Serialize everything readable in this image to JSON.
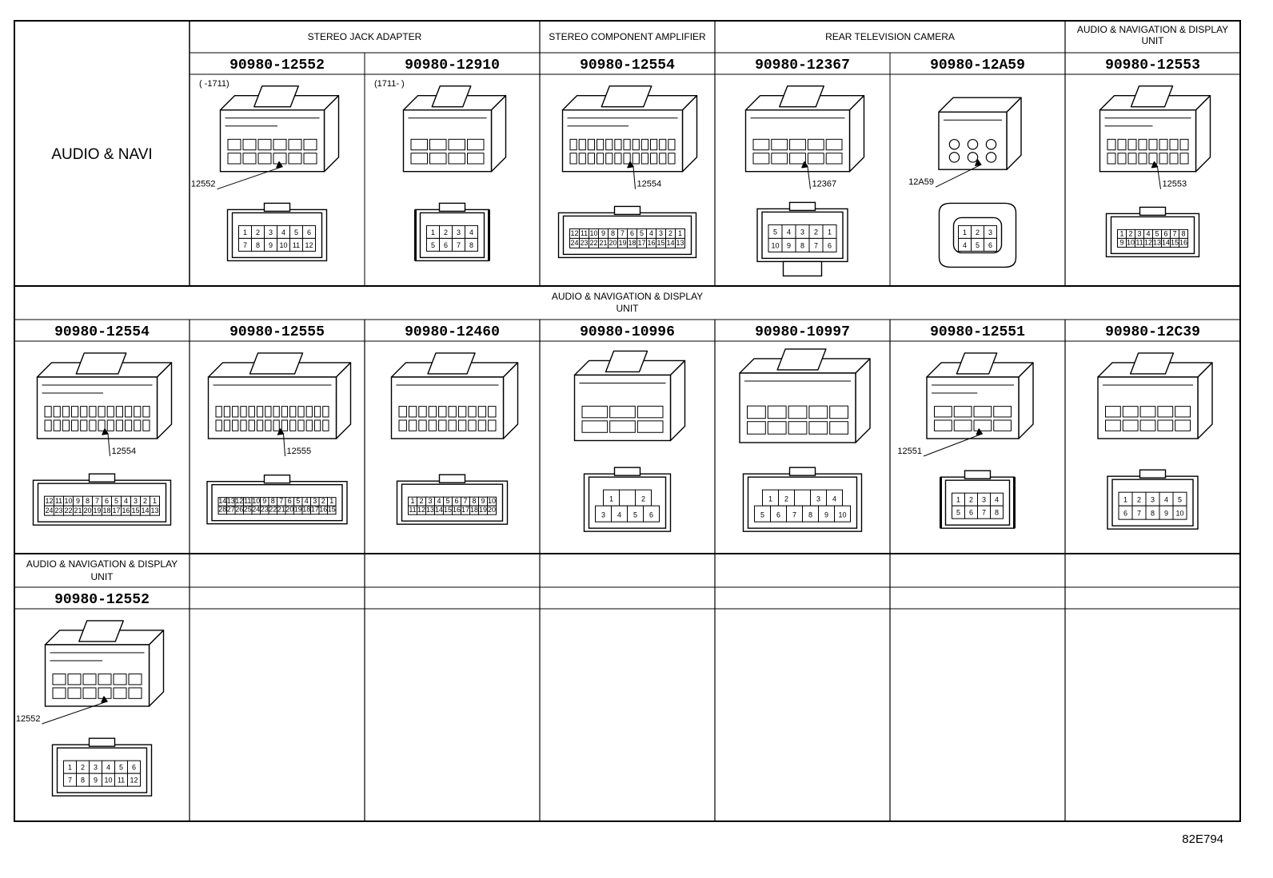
{
  "page": {
    "section_title": "AUDIO & NAVI",
    "drawing_ref": "82E794"
  },
  "row1": {
    "groups": [
      {
        "label": "STEREO JACK ADAPTER",
        "span": 2
      },
      {
        "label": "STEREO COMPONENT AMPLIFIER",
        "span": 1
      },
      {
        "label": "REAR TELEVISION CAMERA",
        "span": 2
      },
      {
        "label": "AUDIO & NAVIGATION & DISPLAY UNIT",
        "span": 1
      }
    ],
    "connectors": [
      {
        "part": "90980-12552",
        "note": "(  -1711)",
        "callout": "12552",
        "body": "A",
        "face": "std12",
        "pins": [
          [
            "1",
            "2",
            "3",
            "4",
            "5",
            "6"
          ],
          [
            "7",
            "8",
            "9",
            "10",
            "11",
            "12"
          ]
        ]
      },
      {
        "part": "90980-12910",
        "note": "(1711-   )",
        "callout": "",
        "body": "B",
        "face": "std8",
        "pins": [
          [
            "1",
            "2",
            "3",
            "4"
          ],
          [
            "5",
            "6",
            "7",
            "8"
          ]
        ]
      },
      {
        "part": "90980-12554",
        "note": "",
        "callout": "12554",
        "body": "C",
        "face": "wide",
        "pins": [
          [
            "12",
            "11",
            "10",
            "9",
            "8",
            "7",
            "6",
            "5",
            "4",
            "3",
            "2",
            "1"
          ],
          [
            "24",
            "23",
            "22",
            "21",
            "20",
            "19",
            "18",
            "17",
            "16",
            "15",
            "14",
            "13"
          ]
        ]
      },
      {
        "part": "90980-12367",
        "note": "",
        "callout": "12367",
        "body": "D",
        "face": "box10",
        "pins": [
          [
            "5",
            "4",
            "3",
            "2",
            "1"
          ],
          [
            "10",
            "9",
            "8",
            "7",
            "6"
          ]
        ]
      },
      {
        "part": "90980-12A59",
        "note": "",
        "callout": "12A59",
        "body": "E",
        "face": "round6",
        "pins": [
          [
            "1",
            "2",
            "3"
          ],
          [
            "4",
            "5",
            "6"
          ]
        ]
      },
      {
        "part": "90980-12553",
        "note": "",
        "callout": "12553",
        "body": "F",
        "face": "narrow20",
        "pins": [
          [
            "1",
            "2",
            "3",
            "4",
            "5",
            "6",
            "7",
            "8"
          ],
          [
            "9",
            "10",
            "11",
            "12",
            "13",
            "14",
            "15",
            "16"
          ]
        ]
      }
    ]
  },
  "row2": {
    "group": {
      "label": "AUDIO & NAVIGATION & DISPLAY UNIT"
    },
    "connectors": [
      {
        "part": "90980-12554",
        "callout": "12554",
        "body": "C",
        "face": "wide",
        "pins": [
          [
            "12",
            "11",
            "10",
            "9",
            "8",
            "7",
            "6",
            "5",
            "4",
            "3",
            "2",
            "1"
          ],
          [
            "24",
            "23",
            "22",
            "21",
            "20",
            "19",
            "18",
            "17",
            "16",
            "15",
            "14",
            "13"
          ]
        ]
      },
      {
        "part": "90980-12555",
        "callout": "12555",
        "body": "G",
        "face": "wide28",
        "pins": [
          [
            "14",
            "13",
            "12",
            "11",
            "10",
            "9",
            "8",
            "7",
            "6",
            "5",
            "4",
            "3",
            "2",
            "1"
          ],
          [
            "28",
            "27",
            "26",
            "25",
            "24",
            "23",
            "22",
            "21",
            "20",
            "19",
            "18",
            "17",
            "16",
            "15"
          ]
        ]
      },
      {
        "part": "90980-12460",
        "callout": "",
        "body": "H",
        "face": "flat20",
        "pins": [
          [
            "1",
            "2",
            "3",
            "4",
            "5",
            "6",
            "7",
            "8",
            "9",
            "10"
          ],
          [
            "11",
            "12",
            "13",
            "14",
            "15",
            "16",
            "17",
            "18",
            "19",
            "20"
          ]
        ]
      },
      {
        "part": "90980-10996",
        "callout": "",
        "body": "I",
        "face": "six",
        "pins": [
          [
            "1",
            "",
            "2"
          ],
          [
            "3",
            "4",
            "5",
            "6"
          ]
        ]
      },
      {
        "part": "90980-10997",
        "callout": "",
        "body": "J",
        "face": "ten",
        "pins": [
          [
            "1",
            "2",
            "",
            "3",
            "4"
          ],
          [
            "5",
            "6",
            "7",
            "8",
            "9",
            "10"
          ]
        ]
      },
      {
        "part": "90980-12551",
        "callout": "12551",
        "body": "K",
        "face": "tall8",
        "pins": [
          [
            "1",
            "2",
            "3",
            "4"
          ],
          [
            "5",
            "6",
            "7",
            "8"
          ]
        ]
      },
      {
        "part": "90980-12C39",
        "callout": "",
        "body": "L",
        "face": "box10b",
        "pins": [
          [
            "1",
            "2",
            "3",
            "4",
            "5"
          ],
          [
            "6",
            "7",
            "8",
            "9",
            "10"
          ]
        ]
      }
    ]
  },
  "row3": {
    "group": {
      "label": "AUDIO & NAVIGATION & DISPLAY UNIT"
    },
    "connectors": [
      {
        "part": "90980-12552",
        "callout": "12552",
        "body": "A",
        "face": "std12",
        "pins": [
          [
            "1",
            "2",
            "3",
            "4",
            "5",
            "6"
          ],
          [
            "7",
            "8",
            "9",
            "10",
            "11",
            "12"
          ]
        ]
      }
    ]
  }
}
